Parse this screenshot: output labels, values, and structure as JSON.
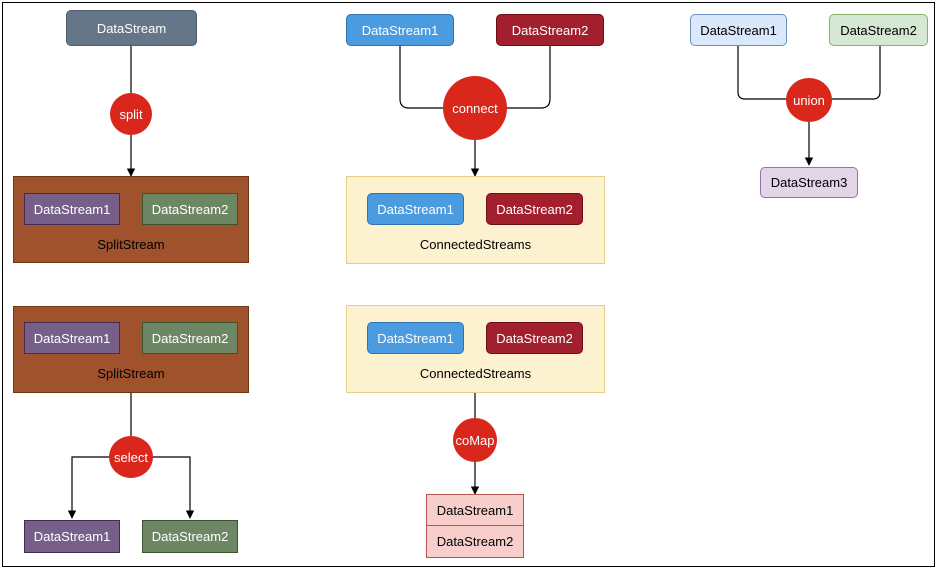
{
  "split_group": {
    "source": "DataStream",
    "op": "split",
    "result": {
      "label": "SplitStream",
      "items": [
        "DataStream1",
        "DataStream2"
      ]
    }
  },
  "select_group": {
    "source": {
      "label": "SplitStream",
      "items": [
        "DataStream1",
        "DataStream2"
      ]
    },
    "op": "select",
    "outputs": [
      "DataStream1",
      "DataStream2"
    ]
  },
  "connect_group": {
    "sources": [
      "DataStream1",
      "DataStream2"
    ],
    "op": "connect",
    "result": {
      "label": "ConnectedStreams",
      "items": [
        "DataStream1",
        "DataStream2"
      ]
    }
  },
  "comap_group": {
    "source": {
      "label": "ConnectedStreams",
      "items": [
        "DataStream1",
        "DataStream2"
      ]
    },
    "op": "coMap",
    "result_items": [
      "DataStream1",
      "DataStream2"
    ]
  },
  "union_group": {
    "sources": [
      "DataStream1",
      "DataStream2"
    ],
    "op": "union",
    "result": "DataStream3"
  },
  "colors": {
    "op_circle": "#d9271b",
    "gray_box": "#647687",
    "purple_box": "#76608a",
    "green_box": "#6d8764",
    "brown_container": "#a0522d",
    "blue_box": "#4a9bdf",
    "dark_red_box": "#a2202d",
    "yellow_container": "#fdf2d0",
    "light_blue_box": "#dae8fc",
    "light_green_box": "#d5e8d4",
    "light_purple_box": "#e1d5e7",
    "pink_box": "#f8cecc"
  }
}
